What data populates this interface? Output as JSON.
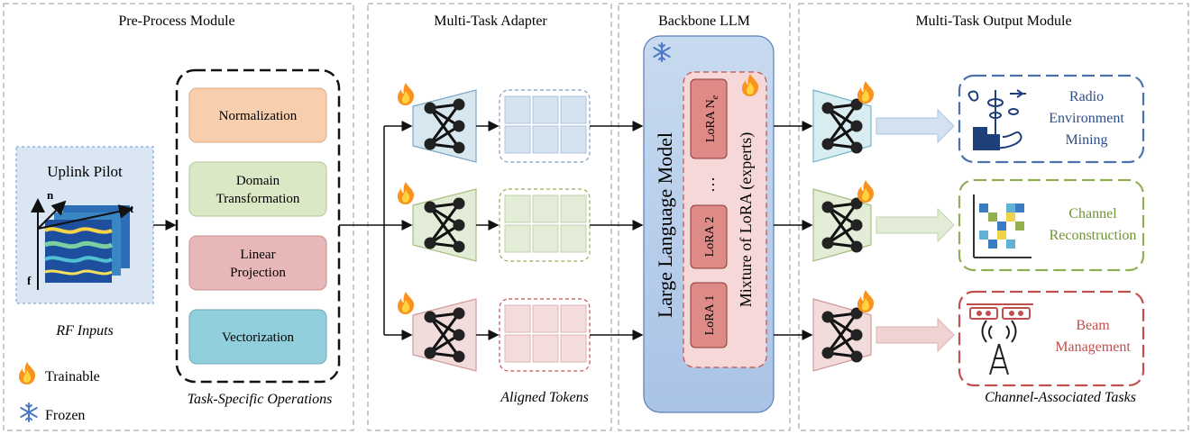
{
  "sections": {
    "preprocess": "Pre-Process Module",
    "adapter": "Multi-Task Adapter",
    "backbone": "Backbone LLM",
    "output": "Multi-Task Output Module"
  },
  "inputs": {
    "title": "Uplink Pilot",
    "axis_n": "n",
    "axis_t": "t",
    "axis_f": "f",
    "caption": "RF Inputs"
  },
  "legend": {
    "trainable": "Trainable",
    "frozen": "Frozen"
  },
  "operations": {
    "normalization": "Normalization",
    "domain_1": "Domain",
    "domain_2": "Transformation",
    "linear_1": "Linear",
    "linear_2": "Projection",
    "vectorization": "Vectorization",
    "caption": "Task-Specific Operations"
  },
  "adapter": {
    "caption": "Aligned Tokens"
  },
  "llm": {
    "label": "Large Language Model",
    "moe_label": "Mixture of LoRA (experts)",
    "lora_1": "LoRA 1",
    "lora_2": "LoRA 2",
    "lora_dots": "…",
    "lora_n": "LoRA N",
    "lora_n_sub": "e"
  },
  "tasks": {
    "radio_1": "Radio",
    "radio_2": "Environment",
    "radio_3": "Mining",
    "channel_1": "Channel",
    "channel_2": "Reconstruction",
    "beam_1": "Beam",
    "beam_2": "Management",
    "caption": "Channel-Associated Tasks"
  },
  "colors": {
    "blue": "#5a7fb0",
    "green": "#8fae55",
    "red": "#c0504d",
    "blue_fill": "#d7e7f0",
    "green_fill": "#e2ecd6",
    "red_fill": "#f1dbdb",
    "llm_fill": "#b7cde9",
    "lora_fill": "#de8a86"
  }
}
